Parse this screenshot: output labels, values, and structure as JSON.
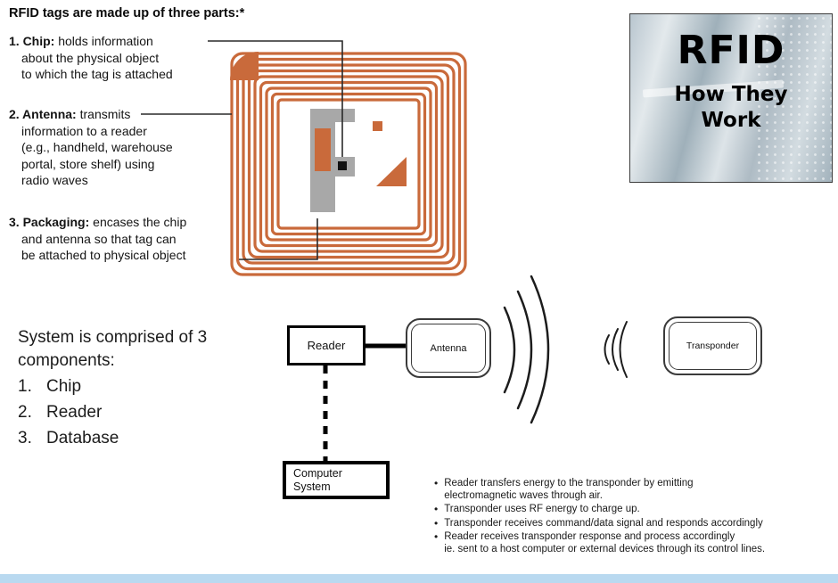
{
  "header": {
    "title": "RFID tags are made up of three parts:*"
  },
  "parts": [
    {
      "num_term": "1. Chip:",
      "rest": " holds information\nabout the physical object\nto which the tag is attached"
    },
    {
      "num_term": "2. Antenna:",
      "rest": " transmits\ninformation to a reader\n(e.g., handheld, warehouse\nportal, store shelf) using\nradio waves"
    },
    {
      "num_term": "3. Packaging:",
      "rest": " encases the chip\nand antenna so that tag can\nbe attached to physical object"
    }
  ],
  "title_card": {
    "heading": "RFID",
    "subheading": "How They\nWork"
  },
  "system_block": {
    "intro": "System is comprised of 3 components:",
    "items": [
      {
        "num": "1.",
        "label": "Chip"
      },
      {
        "num": "2.",
        "label": "Reader"
      },
      {
        "num": "3.",
        "label": "Database"
      }
    ]
  },
  "diagram": {
    "reader": "Reader",
    "antenna": "Antenna",
    "transponder": "Transponder",
    "computer": "Computer\nSystem"
  },
  "bullets": [
    "Reader transfers energy to the transponder by emitting\nelectromagnetic waves through air.",
    "Transponder uses RF energy to charge up.",
    "Transponder receives command/data signal and responds accordingly",
    "Reader receives transponder response and process accordingly\nie. sent to a host computer or external devices through its control lines."
  ],
  "colors": {
    "coil_orange": "#c96a3b",
    "structure_gray": "#a8a8a8",
    "bottom_bar_blue": "#b9d9f0"
  }
}
